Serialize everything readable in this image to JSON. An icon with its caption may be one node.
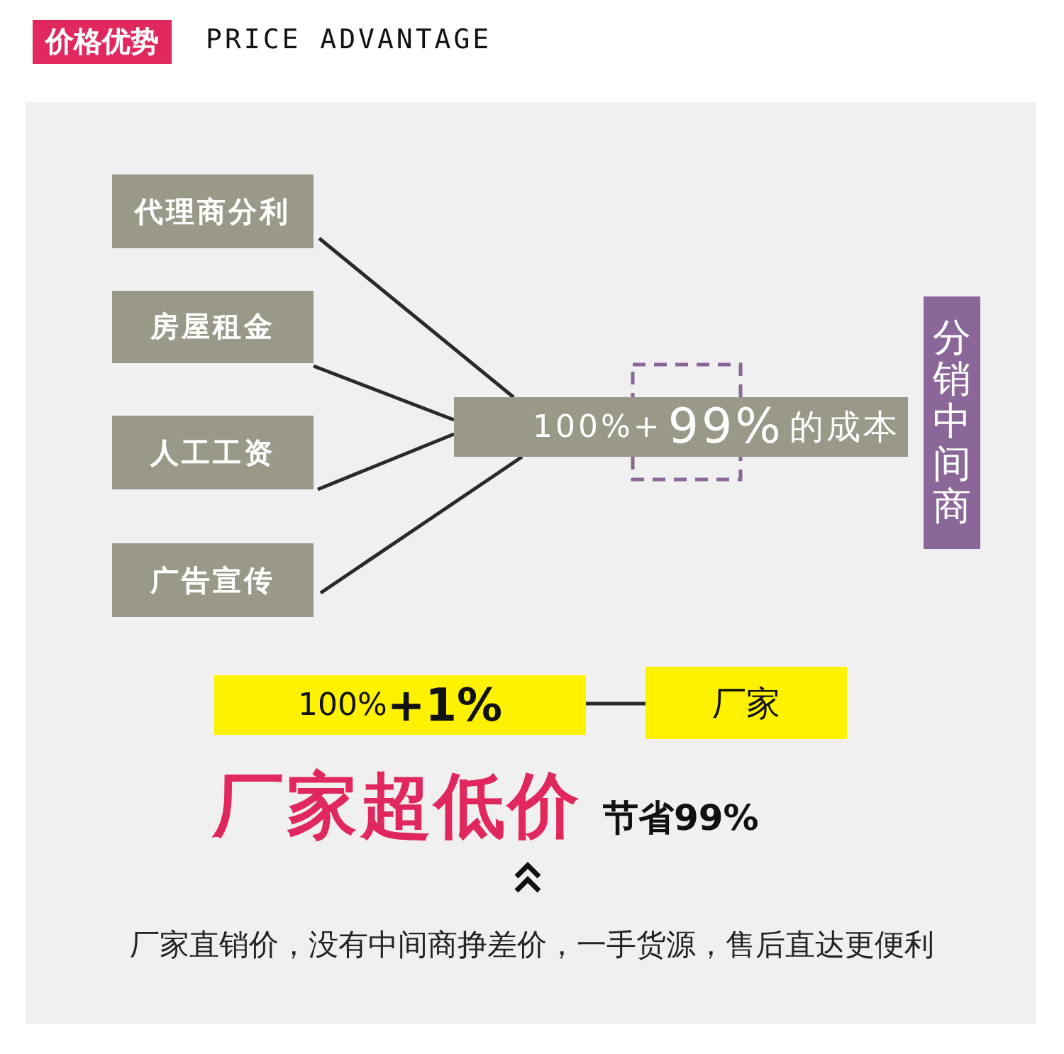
{
  "diagram": {
    "title": "价格优势",
    "nodes": [
      {
        "text": [
          "代理商分利"
        ]
      },
      {
        "text": [
          "房屋租金"
        ]
      },
      {
        "text": [
          "人工工资"
        ]
      },
      {
        "text": [
          "广告宣传"
        ]
      },
      {
        "text": [
          "100%+",
          "99%",
          "的成本"
        ]
      },
      {
        "text": [
          "分销中间商"
        ]
      },
      {
        "text": [
          "100%",
          "+1%"
        ]
      },
      {
        "text": [
          "厂家"
        ]
      }
    ],
    "edges": [
      {
        "from": 0,
        "to": 4,
        "arrow": "none"
      },
      {
        "from": 1,
        "to": 4,
        "arrow": "none"
      },
      {
        "from": 2,
        "to": 4,
        "arrow": "none"
      },
      {
        "from": 3,
        "to": 4,
        "arrow": "none"
      },
      {
        "from": 6,
        "to": 7,
        "arrow": "none"
      }
    ],
    "labels": [
      "PRICE ADVANTAGE",
      "厂家超低价",
      "节省99%",
      "厂家直销价，没有中间商挣差价，一手货源，售后直达更便利"
    ]
  }
}
